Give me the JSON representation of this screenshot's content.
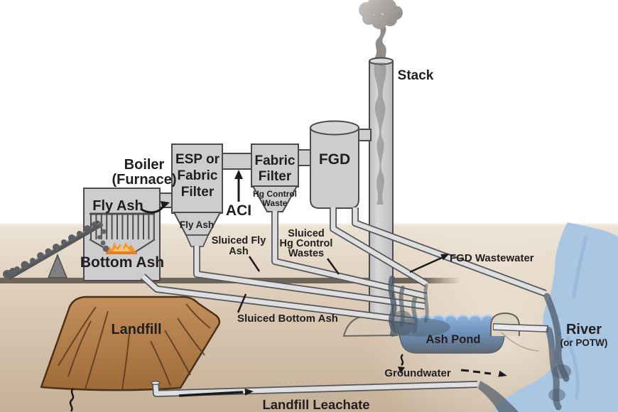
{
  "labels": {
    "boiler_line1": "Boiler",
    "boiler_line2": "(Furnace)",
    "fly_ash_boiler": "Fly Ash",
    "bottom_ash": "Bottom Ash",
    "esp_line1": "ESP or",
    "esp_line2": "Fabric",
    "esp_line3": "Filter",
    "esp_hopper": "Fly Ash",
    "aci": "ACI",
    "fabric_filter_line1": "Fabric",
    "fabric_filter_line2": "Filter",
    "hg_hopper_line1": "Hg Control",
    "hg_hopper_line2": "Waste",
    "fgd": "FGD",
    "stack": "Stack",
    "sluiced_fly_ash_line1": "Sluiced Fly",
    "sluiced_fly_ash_line2": "Ash",
    "sluiced_hg_line1": "Sluiced",
    "sluiced_hg_line2": "Hg Control",
    "sluiced_hg_line3": "Wastes",
    "fgd_wastewater": "FGD Wastewater",
    "sluiced_bottom_ash": "Sluiced Bottom Ash",
    "landfill": "Landfill",
    "ash_pond": "Ash Pond",
    "river_line1": "River",
    "river_line2": "(or POTW)",
    "groundwater": "Groundwater",
    "landfill_leachate": "Landfill Leachate"
  },
  "colors": {
    "equipment": "#cdcdd0",
    "outline": "#4b4b4d",
    "text": "#221e1f",
    "pipe": "#dfdfe1",
    "plume": "#4d5a68",
    "river": "#a9c6e3",
    "pond_top": "#8cb4de",
    "pond_bottom": "#5d6772",
    "ground_top": "#ece3d6",
    "ground_bottom": "#cbb8a2",
    "ground_line": "#6f6459",
    "landfill_top": "#c3905c",
    "landfill_bottom": "#9d6936",
    "smoke": "#918d8a",
    "flame": "#f29532"
  }
}
